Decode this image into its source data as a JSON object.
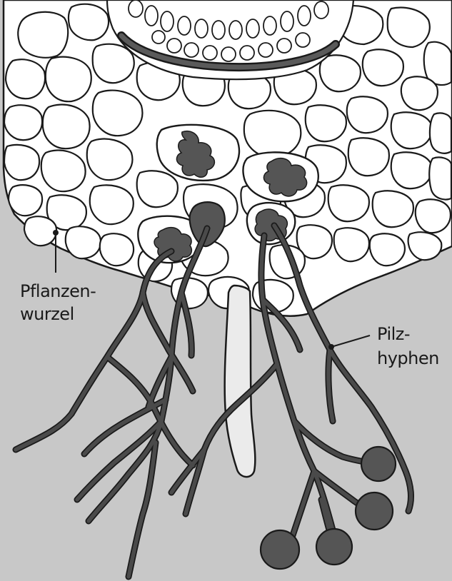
{
  "labels": {
    "root_line1": "Pflanzen-",
    "root_line2": "wurzel",
    "hyphae_line1": "Pilz-",
    "hyphae_line2": "hyphen"
  },
  "colors": {
    "background": "#c8c8c8",
    "cell_fill": "#ffffff",
    "cell_outline": "#1a1a1a",
    "hyphae": "#4a4a4a",
    "penetrating_hypha": "#e8e8e8",
    "text": "#1a1a1a"
  }
}
